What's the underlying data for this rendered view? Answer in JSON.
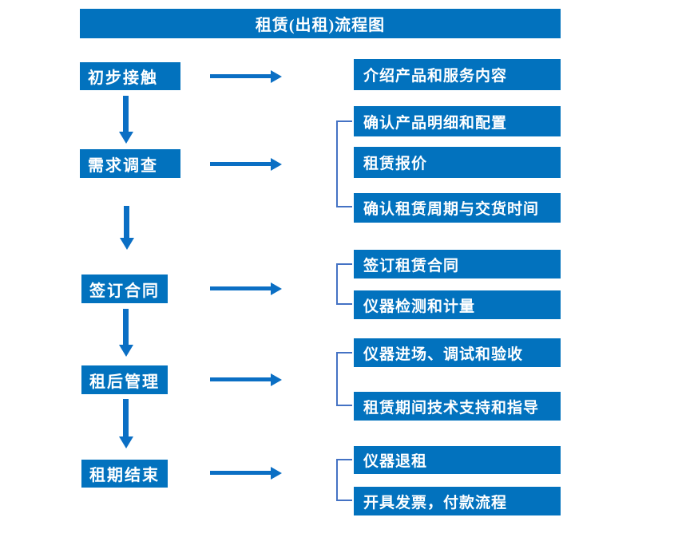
{
  "title": "租赁(出租)流程图",
  "colors": {
    "box_blue": "#0272BE",
    "arrow_blue": "#0B6FC4",
    "bracket_blue": "#4472C4",
    "text_white": "#FFFFFF",
    "background": "#FFFFFF"
  },
  "icons": {
    "right_arrow": "css-right-arrow-shape",
    "down_arrow": "css-down-arrow-shape",
    "group_bracket": "css-square-bracket-shape"
  },
  "steps": [
    {
      "label": "初步接触",
      "details": [
        "介绍产品和服务内容"
      ]
    },
    {
      "label": "需求调查",
      "details": [
        "确认产品明细和配置",
        "租赁报价",
        "确认租赁周期与交货时间"
      ]
    },
    {
      "label": "签订合同",
      "details": [
        "签订租赁合同",
        "仪器检测和计量"
      ]
    },
    {
      "label": "租后管理",
      "details": [
        "仪器进场、调试和验收",
        "租赁期间技术支持和指导"
      ]
    },
    {
      "label": "租期结束",
      "details": [
        "仪器退租",
        "开具发票，付款流程"
      ]
    }
  ]
}
